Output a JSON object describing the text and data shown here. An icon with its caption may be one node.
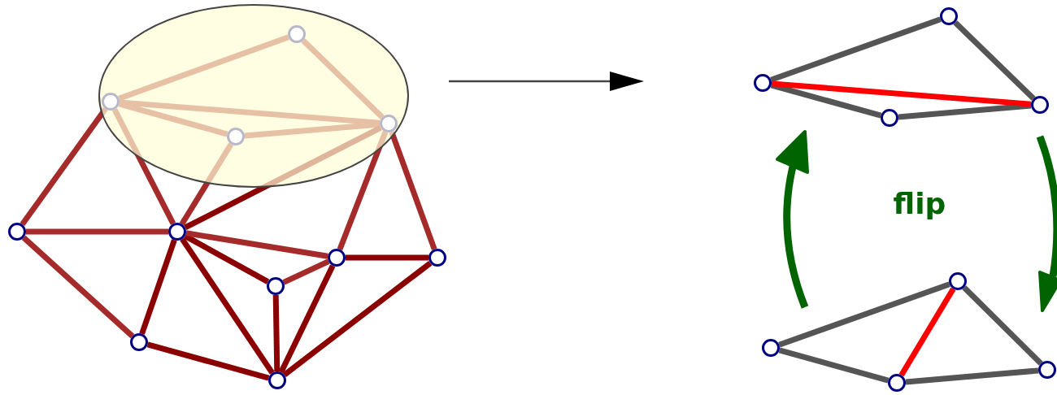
{
  "diagram": {
    "nodes": [
      {
        "text": [],
        "shape": "ellipse"
      },
      {
        "text": [],
        "shape": "circle",
        "in": 0
      },
      {
        "text": [],
        "shape": "circle",
        "in": 0
      },
      {
        "text": [],
        "shape": "circle",
        "in": 0
      },
      {
        "text": [],
        "shape": "circle",
        "in": 0
      },
      {
        "text": [],
        "shape": "circle"
      },
      {
        "text": [],
        "shape": "circle"
      },
      {
        "text": [],
        "shape": "circle"
      },
      {
        "text": [],
        "shape": "circle"
      },
      {
        "text": [],
        "shape": "circle"
      },
      {
        "text": [],
        "shape": "circle"
      },
      {
        "text": [],
        "shape": "circle"
      },
      {
        "text": [],
        "shape": "circle"
      },
      {
        "text": [],
        "shape": "circle"
      },
      {
        "text": [],
        "shape": "circle"
      },
      {
        "text": [],
        "shape": "circle"
      },
      {
        "text": [],
        "shape": "circle"
      },
      {
        "text": [],
        "shape": "circle"
      },
      {
        "text": [],
        "shape": "circle"
      },
      {
        "text": [],
        "shape": "circle"
      }
    ],
    "edges": [
      {
        "from": 2,
        "to": 1,
        "arrow": "none"
      },
      {
        "from": 1,
        "to": 4,
        "arrow": "none"
      },
      {
        "from": 2,
        "to": 4,
        "arrow": "none"
      },
      {
        "from": 2,
        "to": 3,
        "arrow": "none"
      },
      {
        "from": 3,
        "to": 4,
        "arrow": "none"
      },
      {
        "from": 2,
        "to": 5,
        "arrow": "none"
      },
      {
        "from": 2,
        "to": 6,
        "arrow": "none"
      },
      {
        "from": 3,
        "to": 6,
        "arrow": "none"
      },
      {
        "from": 4,
        "to": 6,
        "arrow": "none",
        "color": "#8b0000"
      },
      {
        "from": 4,
        "to": 7,
        "arrow": "none"
      },
      {
        "from": 4,
        "to": 8,
        "arrow": "none"
      },
      {
        "from": 5,
        "to": 6,
        "arrow": "none"
      },
      {
        "from": 5,
        "to": 10,
        "arrow": "none"
      },
      {
        "from": 6,
        "to": 10,
        "arrow": "none",
        "color": "#8b0000"
      },
      {
        "from": 6,
        "to": 11,
        "arrow": "none",
        "color": "#8b0000"
      },
      {
        "from": 6,
        "to": 9,
        "arrow": "none",
        "color": "#8b0000"
      },
      {
        "from": 6,
        "to": 7,
        "arrow": "none"
      },
      {
        "from": 9,
        "to": 7,
        "arrow": "none"
      },
      {
        "from": 9,
        "to": 11,
        "arrow": "none",
        "color": "#8b0000"
      },
      {
        "from": 7,
        "to": 11,
        "arrow": "none",
        "color": "#8b0000"
      },
      {
        "from": 7,
        "to": 8,
        "arrow": "none",
        "color": "#8b0000"
      },
      {
        "from": 8,
        "to": 11,
        "arrow": "none",
        "color": "#8b0000"
      },
      {
        "from": 10,
        "to": 11,
        "arrow": "none",
        "color": "#8b0000"
      },
      {
        "from": 13,
        "to": 12,
        "arrow": "none",
        "color": "#555555"
      },
      {
        "from": 12,
        "to": 15,
        "arrow": "none",
        "color": "#555555"
      },
      {
        "from": 13,
        "to": 14,
        "arrow": "none",
        "color": "#555555"
      },
      {
        "from": 14,
        "to": 15,
        "arrow": "none",
        "color": "#555555"
      },
      {
        "from": 13,
        "to": 15,
        "arrow": "none",
        "color": "#ff0000"
      },
      {
        "from": 17,
        "to": 16,
        "arrow": "none",
        "color": "#555555"
      },
      {
        "from": 16,
        "to": 19,
        "arrow": "none",
        "color": "#555555"
      },
      {
        "from": 17,
        "to": 18,
        "arrow": "none",
        "color": "#555555"
      },
      {
        "from": 18,
        "to": 19,
        "arrow": "none",
        "color": "#555555"
      },
      {
        "from": 16,
        "to": 18,
        "arrow": "none",
        "color": "#ff0000"
      }
    ],
    "labels": [
      "flip"
    ]
  }
}
